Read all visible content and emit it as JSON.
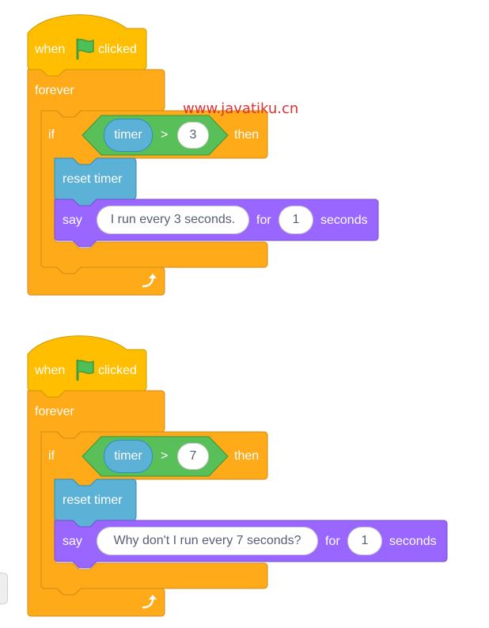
{
  "watermark": "www.javatiku.cn",
  "colors": {
    "events": "#ffbf00",
    "control": "#ffab19",
    "operators": "#59c059",
    "sensing": "#5cb1d6",
    "looks": "#9966ff",
    "flag": "#4cbf56"
  },
  "scripts": [
    {
      "hat": {
        "when": "when",
        "flag_icon": "green-flag-icon",
        "clicked": "clicked"
      },
      "forever": {
        "label": "forever",
        "loop_icon": "loop-arrow-icon"
      },
      "if": {
        "label": "if",
        "then": "then",
        "condition": {
          "reporter": "timer",
          "operator": ">",
          "value": "3"
        }
      },
      "reset": {
        "label": "reset timer"
      },
      "say": {
        "label": "say",
        "message": "I run every 3 seconds.",
        "for": "for",
        "secs": "1",
        "seconds": "seconds"
      }
    },
    {
      "hat": {
        "when": "when",
        "flag_icon": "green-flag-icon",
        "clicked": "clicked"
      },
      "forever": {
        "label": "forever",
        "loop_icon": "loop-arrow-icon"
      },
      "if": {
        "label": "if",
        "then": "then",
        "condition": {
          "reporter": "timer",
          "operator": ">",
          "value": "7"
        }
      },
      "reset": {
        "label": "reset timer"
      },
      "say": {
        "label": "say",
        "message": "Why don't I run every 7 seconds?",
        "for": "for",
        "secs": "1",
        "seconds": "seconds"
      }
    }
  ]
}
